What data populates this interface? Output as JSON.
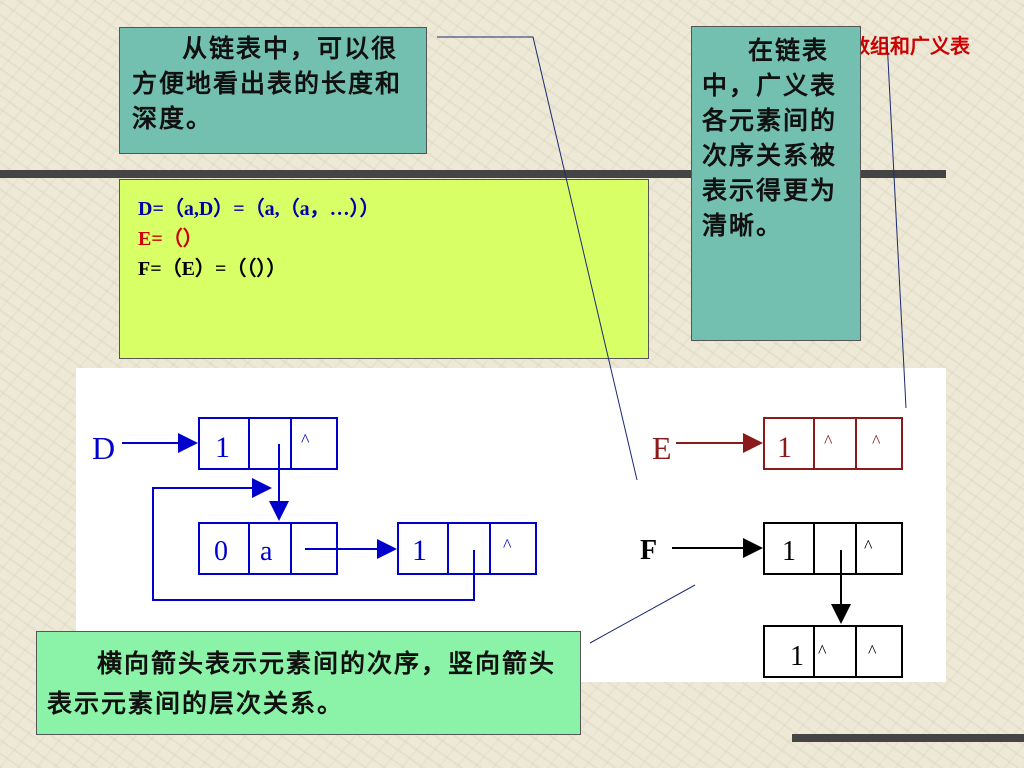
{
  "header": {
    "title": "数组和广义表"
  },
  "callouts": {
    "top_left": "从链表中，可以很方便地看出表的长度和深度。",
    "top_right": "在链表中，广义表各元素间的次序关系被表示得更为清晰。",
    "bottom": "横向箭头表示元素间的次序，竖向箭头表示元素间的层次关系。"
  },
  "expressions": {
    "d": "D=（a,D）=（a,（a，…））",
    "e": "E=（）",
    "f": "F=（E）=（（））"
  },
  "diagram": {
    "d": {
      "label": "D",
      "head": [
        "1",
        "",
        "^"
      ],
      "atom": [
        "0",
        "a"
      ],
      "tail": [
        "1",
        "",
        "^"
      ]
    },
    "e": {
      "label": "E",
      "head": [
        "1",
        "^",
        "^"
      ]
    },
    "f": {
      "label": "F",
      "head": [
        "1",
        "",
        "^"
      ],
      "child": [
        "1",
        "^",
        "^"
      ]
    }
  },
  "colors": {
    "d_list": "#0000cc",
    "e_list": "#8b1a1a",
    "f_list": "#000000",
    "expression_red": "#cc0000"
  }
}
